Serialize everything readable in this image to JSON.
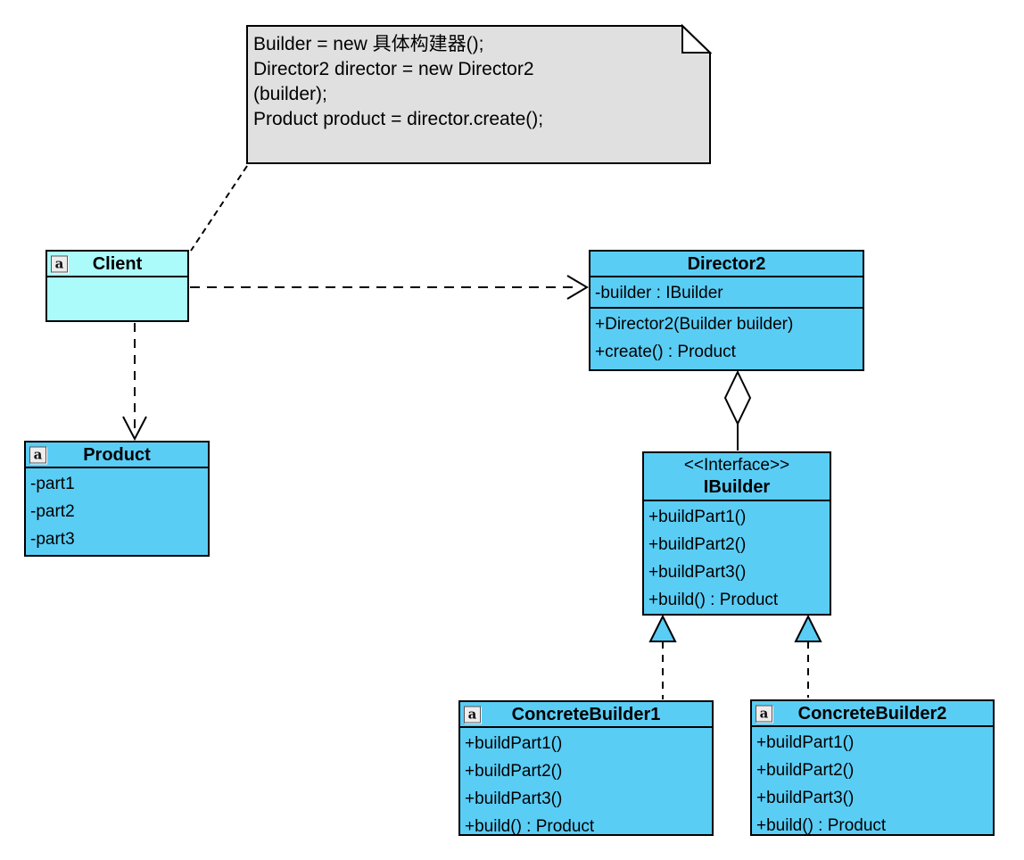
{
  "diagram_type": "uml-class-diagram-builder-pattern",
  "note": {
    "lines": [
      "Builder = new 具体构建器();",
      "Director2 director = new Director2",
      "(builder);",
      "Product product = director.create();"
    ]
  },
  "icons": {
    "class_marker": "a"
  },
  "classes": {
    "client": {
      "title": "Client"
    },
    "director2": {
      "title": "Director2",
      "attributes": [
        "-builder : IBuilder"
      ],
      "methods": [
        "+Director2(Builder builder)",
        "+create() : Product"
      ]
    },
    "product": {
      "title": "Product",
      "attributes": [
        "-part1",
        "-part2",
        "-part3"
      ]
    },
    "ibuilder": {
      "stereotype": "<<Interface>>",
      "title": "IBuilder",
      "methods": [
        "+buildPart1()",
        "+buildPart2()",
        "+buildPart3()",
        "+build() : Product"
      ]
    },
    "concrete_builder1": {
      "title": "ConcreteBuilder1",
      "methods": [
        "+buildPart1()",
        "+buildPart2()",
        "+buildPart3()",
        "+build() : Product"
      ]
    },
    "concrete_builder2": {
      "title": "ConcreteBuilder2",
      "methods": [
        "+buildPart1()",
        "+buildPart2()",
        "+buildPart3()",
        "+build() : Product"
      ]
    }
  },
  "relationships": [
    {
      "from": "Note",
      "to": "Client",
      "type": "anchor"
    },
    {
      "from": "Client",
      "to": "Director2",
      "type": "dependency"
    },
    {
      "from": "Client",
      "to": "Product",
      "type": "dependency"
    },
    {
      "from": "Director2",
      "to": "IBuilder",
      "type": "aggregation"
    },
    {
      "from": "ConcreteBuilder1",
      "to": "IBuilder",
      "type": "realization"
    },
    {
      "from": "ConcreteBuilder2",
      "to": "IBuilder",
      "type": "realization"
    }
  ],
  "colors": {
    "class_fill": "#5ACDF5",
    "client_fill": "#ABFBFA",
    "note_fill": "#E0E0E0",
    "border": "#000000",
    "background": "#FFFFFF"
  }
}
